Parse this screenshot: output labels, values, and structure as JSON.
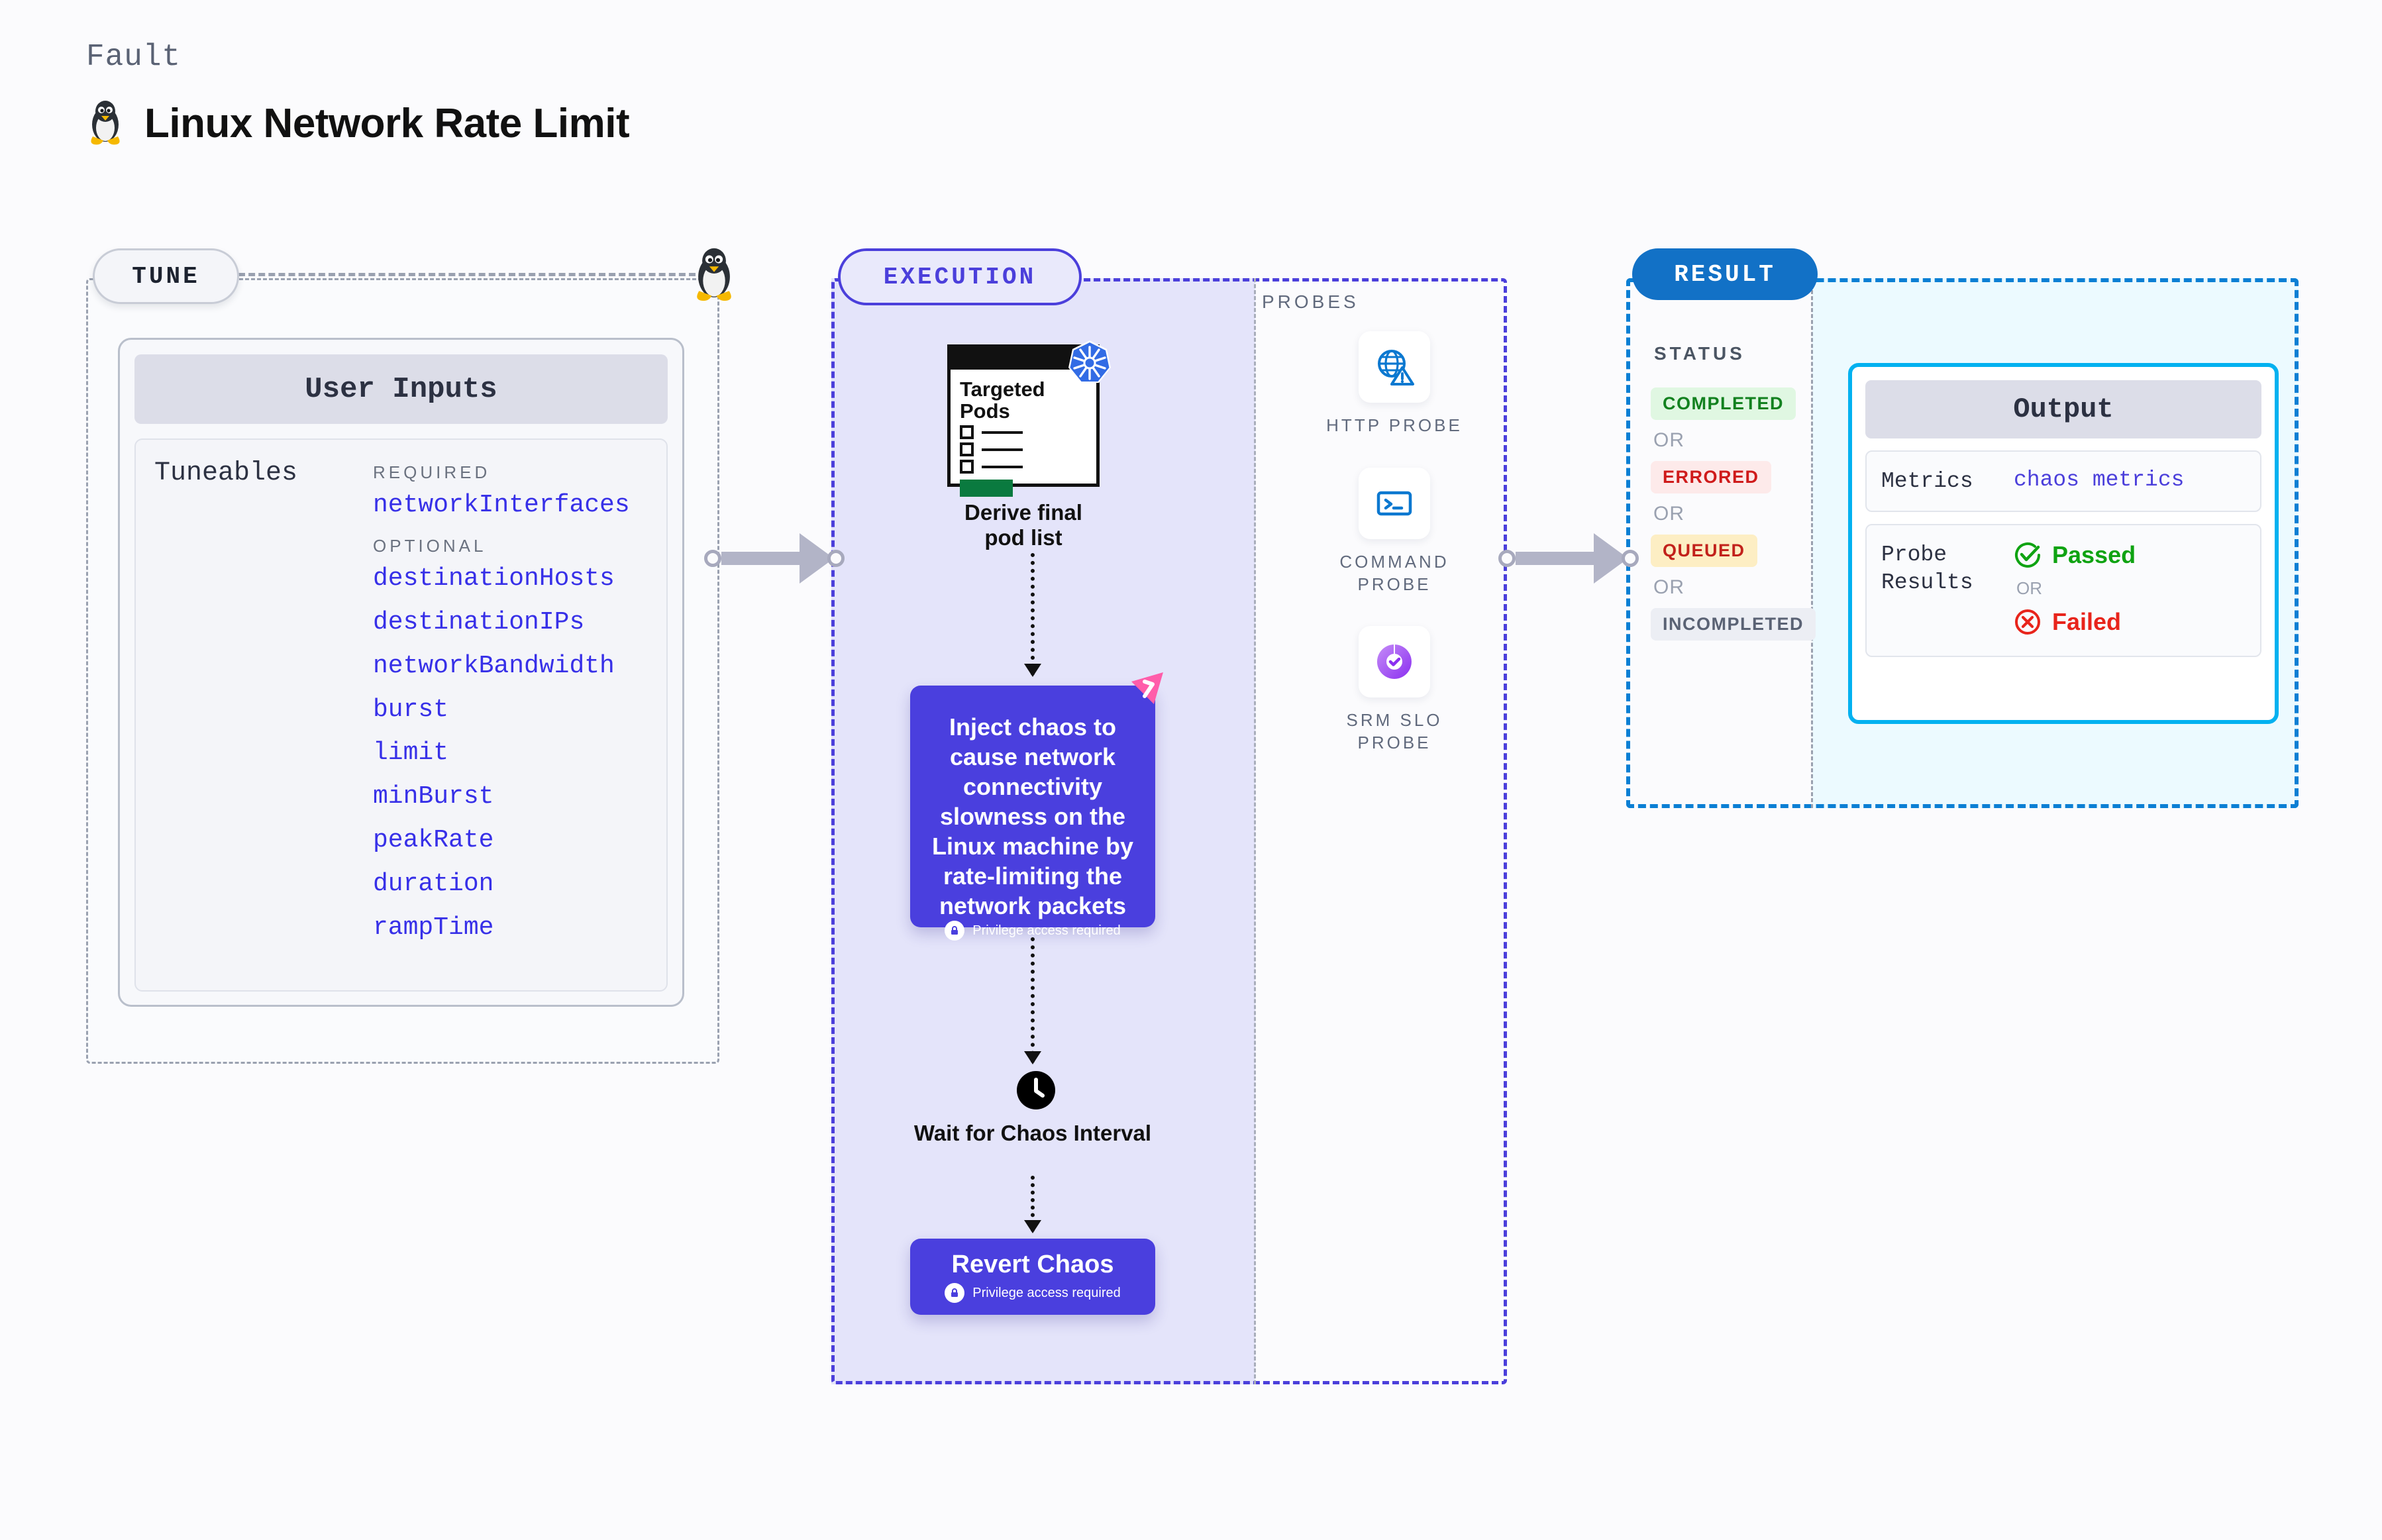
{
  "header": {
    "kicker": "Fault",
    "title": "Linux Network Rate Limit",
    "icon": "linux-penguin-icon"
  },
  "tune": {
    "pill_label": "TUNE",
    "platform_icon": "linux-penguin-icon",
    "card_title": "User Inputs",
    "tuneables_label": "Tuneables",
    "groups": [
      {
        "label": "REQUIRED",
        "items": [
          "networkInterfaces"
        ]
      },
      {
        "label": "OPTIONAL",
        "items": [
          "destinationHosts",
          "destinationIPs",
          "networkBandwidth",
          "burst",
          "limit",
          "minBurst",
          "peakRate",
          "duration",
          "rampTime"
        ]
      }
    ]
  },
  "execution": {
    "pill_label": "EXECUTION",
    "pods_card": {
      "title_line1": "Targeted",
      "title_line2": "Pods",
      "badge_icon": "kubernetes-icon"
    },
    "derive_label": "Derive final pod list",
    "inject": {
      "text": "Inject chaos to cause network connectivity slowness on the Linux machine by rate-limiting the network packets",
      "privilege_note": "Privilege access required",
      "badge_icon": "litmus-chaos-icon"
    },
    "wait": {
      "icon": "clock-icon",
      "label": "Wait for Chaos Interval"
    },
    "revert": {
      "title": "Revert Chaos",
      "privilege_note": "Privilege access required"
    }
  },
  "probes": {
    "section_label": "PROBES",
    "items": [
      {
        "icon": "globe-alert-icon",
        "label": "HTTP PROBE"
      },
      {
        "icon": "terminal-icon",
        "label": "COMMAND PROBE"
      },
      {
        "icon": "slo-gauge-icon",
        "label": "SRM SLO PROBE"
      }
    ]
  },
  "result": {
    "pill_label": "RESULT",
    "status_label": "STATUS",
    "or_label": "OR",
    "statuses": [
      {
        "text": "COMPLETED",
        "color": "#12811f",
        "bg": "#e0f7e2"
      },
      {
        "text": "ERRORED",
        "color": "#cf1b1b",
        "bg": "#fdeaea"
      },
      {
        "text": "QUEUED",
        "color": "#c2211b",
        "bg": "#fdeec4"
      },
      {
        "text": "INCOMPLETED",
        "color": "#5a6274",
        "bg": "#eceef4"
      }
    ],
    "output": {
      "title": "Output",
      "metrics_key": "Metrics",
      "metrics_value": "chaos metrics",
      "probe_results_key_line1": "Probe",
      "probe_results_key_line2": "Results",
      "passed_label": "Passed",
      "failed_label": "Failed",
      "or_label": "OR"
    }
  },
  "colors": {
    "accent_purple": "#4b3fdb",
    "result_blue": "#1271c6",
    "output_border": "#02b1f0",
    "pass_green": "#0fa312",
    "fail_red": "#e8241b"
  }
}
